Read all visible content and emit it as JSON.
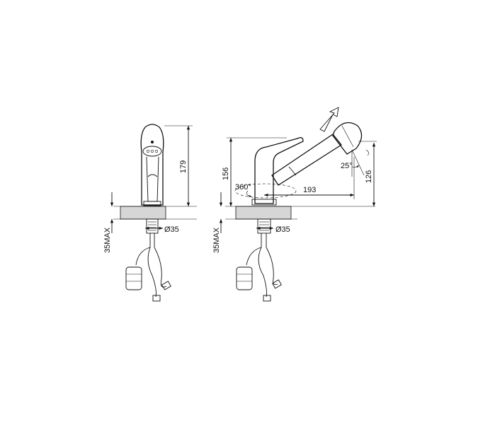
{
  "drawing": {
    "front_view": {
      "height_label": "179",
      "hole_label": "Ø35",
      "thickness_label": "35MAX"
    },
    "side_view": {
      "height_label": "156",
      "rotation_label": "360°",
      "reach_label": "193",
      "angle_label": "25°",
      "spray_height_label": "126",
      "hole_label": "Ø35",
      "thickness_label": "35MAX"
    }
  }
}
